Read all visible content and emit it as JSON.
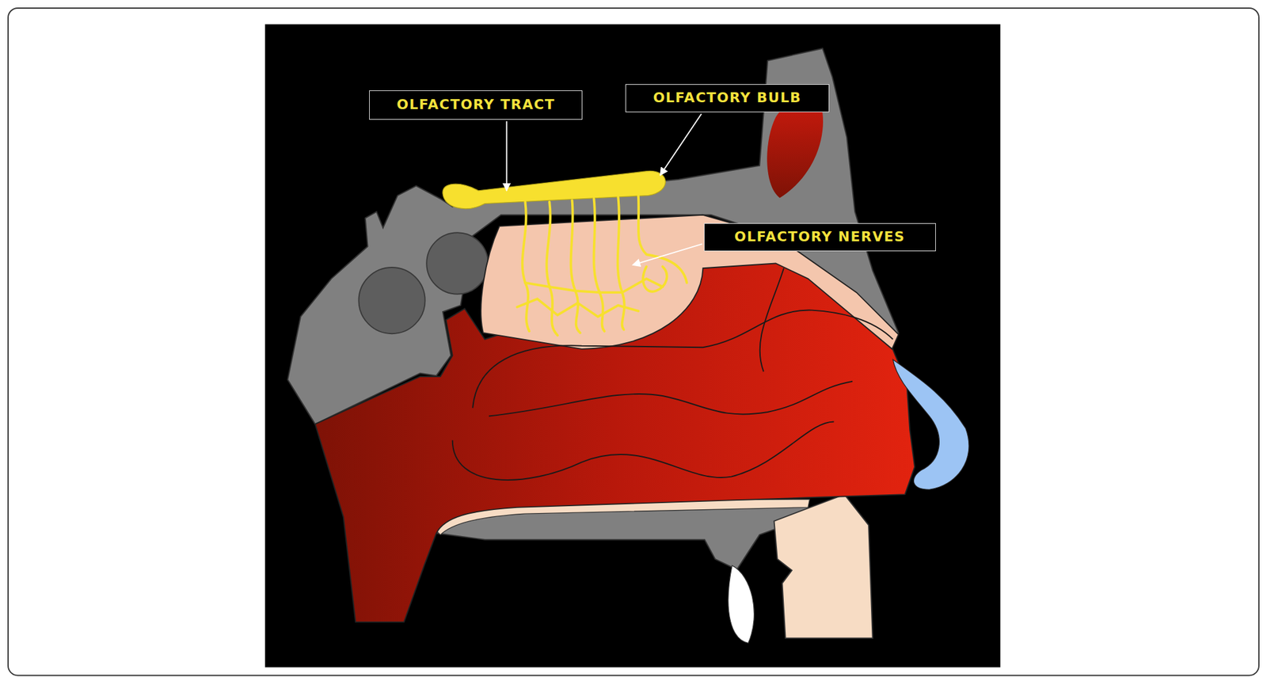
{
  "diagram": {
    "nodes": [
      {
        "text": [
          "OLFACTORY TRACT"
        ]
      },
      {
        "text": [
          "OLFACTORY BULB"
        ]
      },
      {
        "text": [
          "OLFACTORY NERVES"
        ]
      }
    ]
  }
}
